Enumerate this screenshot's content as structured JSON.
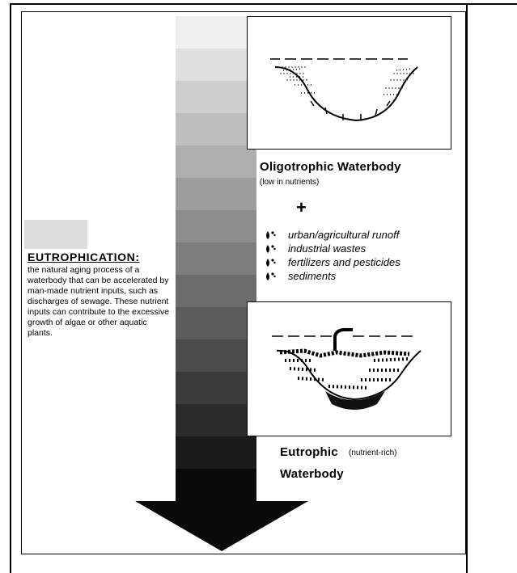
{
  "eutrophication": {
    "title": "EUTROPHICATION:",
    "definition": "the natural aging process of a waterbody that can be accelerated by man-made nutrient inputs, such as discharges of sewage. These nutrient inputs can contribute to the excessive growth of algae or other aquatic plants."
  },
  "oligotrophic": {
    "title": "Oligotrophic Waterbody",
    "subtitle": "(low in nutrients)"
  },
  "plus_symbol": "+",
  "inputs": [
    {
      "label": "urban/agricultural runoff",
      "icon": "droplets-icon"
    },
    {
      "label": "industrial wastes",
      "icon": "droplets-icon"
    },
    {
      "label": "fertilizers and pesticides",
      "icon": "droplets-icon"
    },
    {
      "label": "sediments",
      "icon": "droplets-icon"
    }
  ],
  "eutrophic": {
    "title_line1": "Eutrophic",
    "qualifier": "(nutrient-rich)",
    "title_line2": "Waterbody"
  },
  "colors": {
    "arrow_start": "#efefef",
    "arrow_end": "#0a0a0a",
    "background_square": "#dcdcdc"
  }
}
